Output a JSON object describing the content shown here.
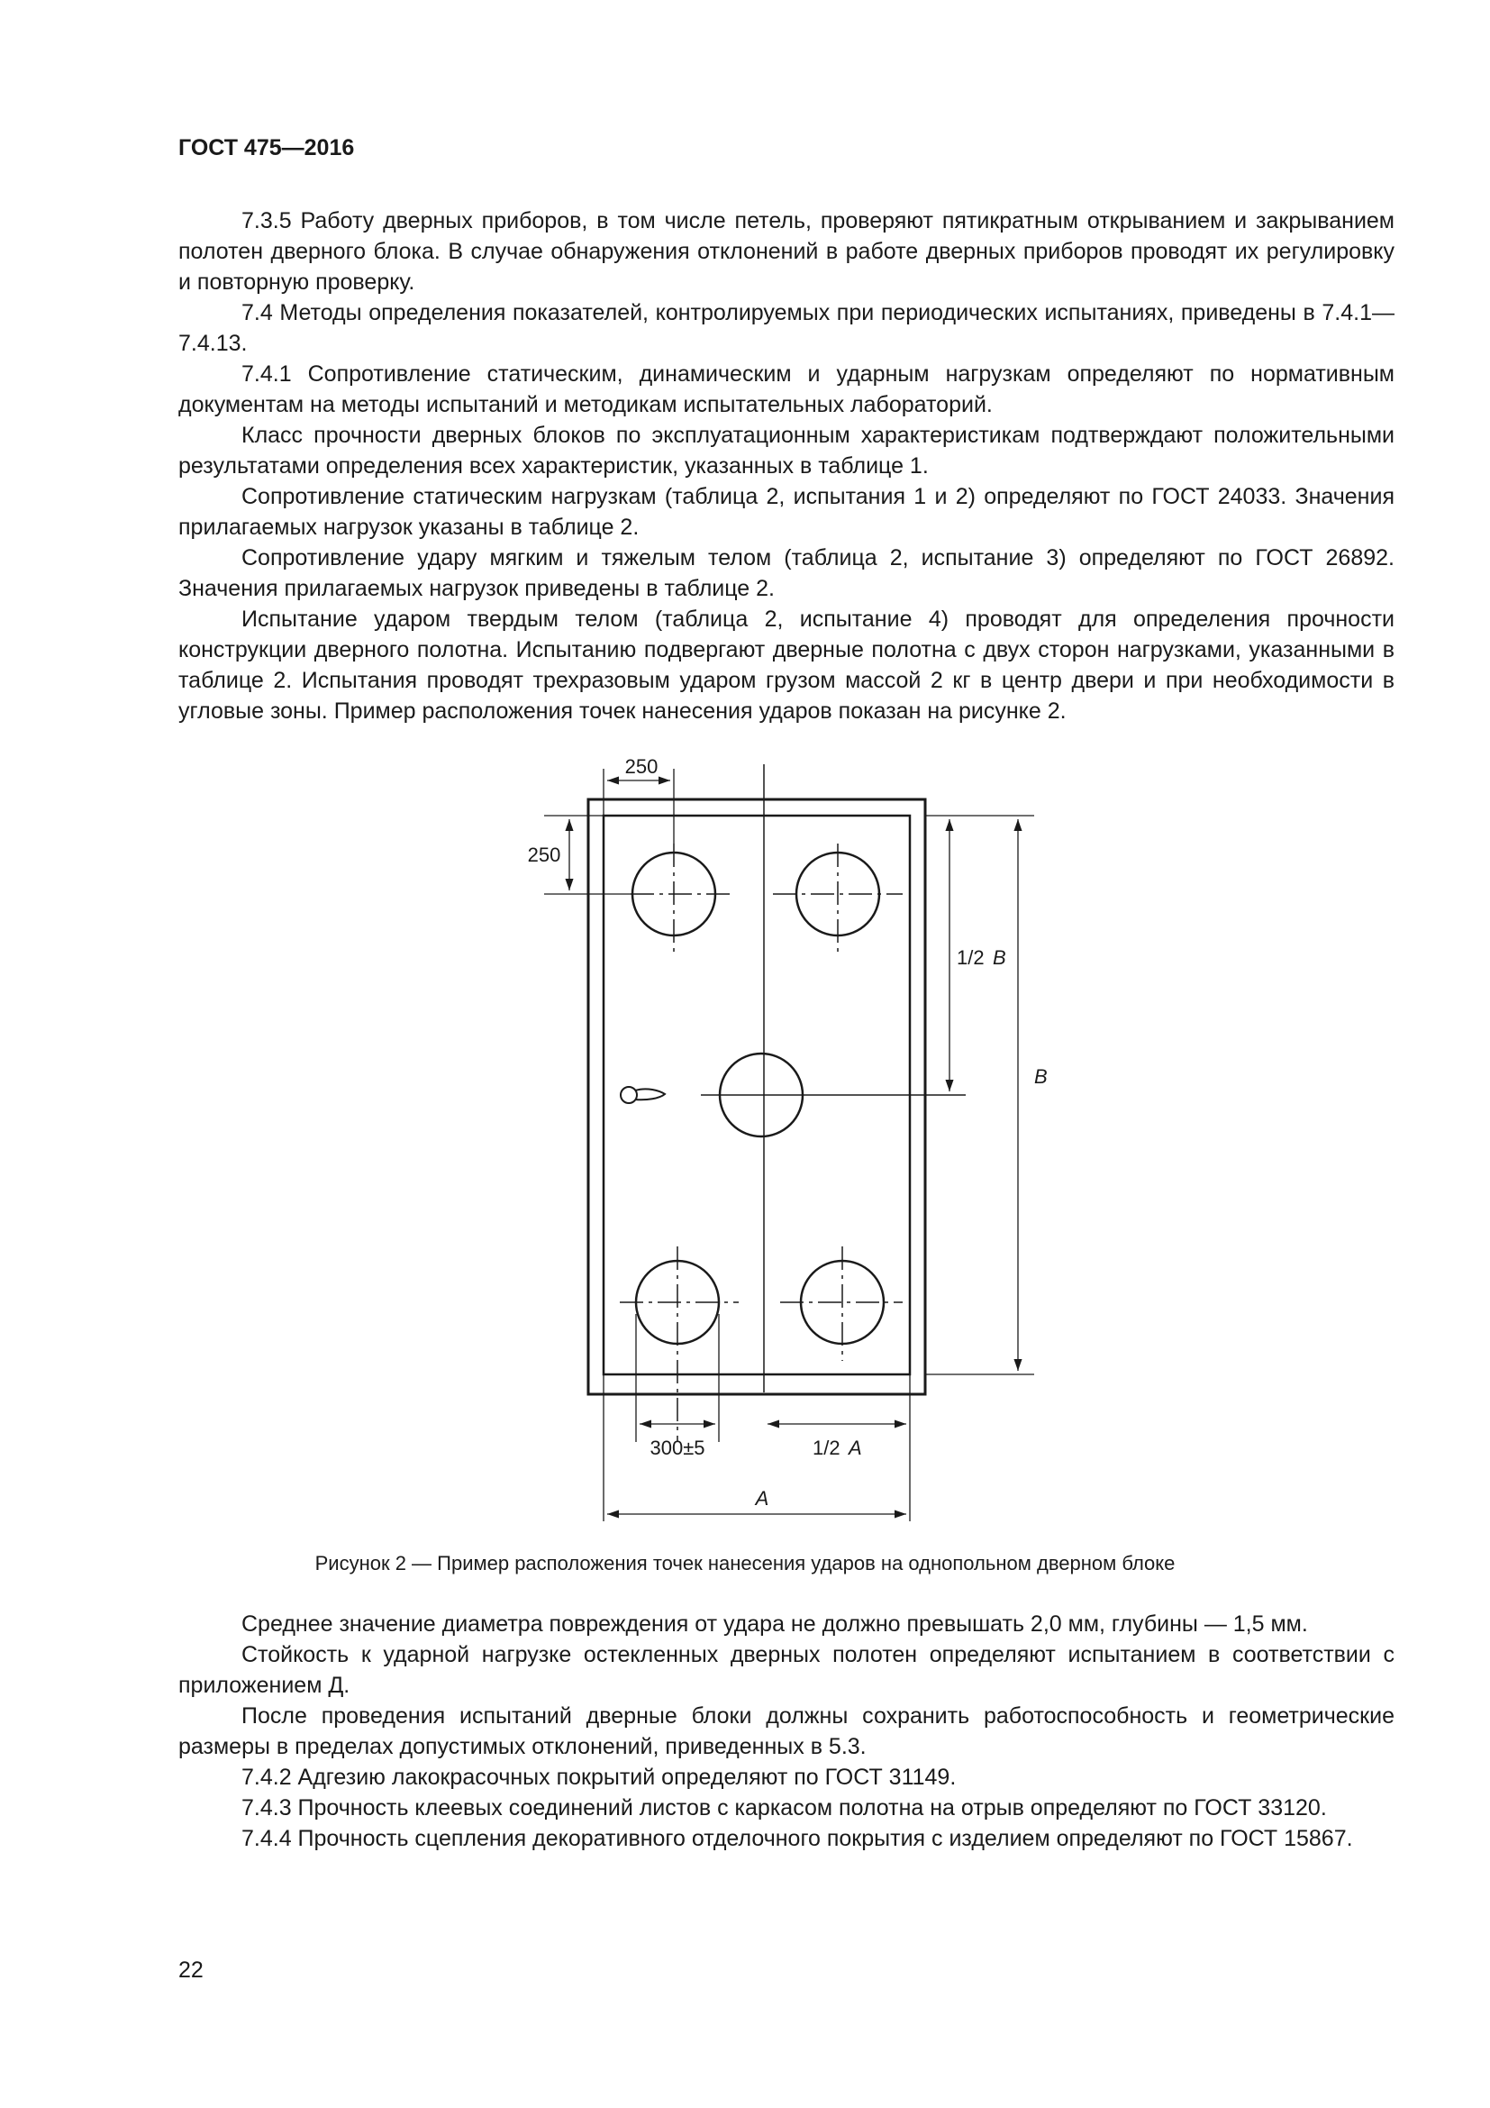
{
  "header": {
    "doc_id": "ГОСТ 475—2016"
  },
  "paragraphs_top": [
    "7.3.5 Работу дверных приборов, в том числе петель, проверяют пятикратным открыванием и закрыванием полотен дверного блока. В случае обнаружения отклонений в работе дверных приборов проводят их регулировку и повторную проверку.",
    "7.4 Методы определения показателей, контролируемых при периодических испытаниях, приведены в 7.4.1—7.4.13.",
    "7.4.1 Сопротивление статическим, динамическим и ударным нагрузкам определяют по нормативным документам на методы испытаний и методикам испытательных лабораторий.",
    "Класс прочности дверных блоков по эксплуатационным характеристикам подтверждают положительными результатами определения всех характеристик, указанных в таблице 1.",
    "Сопротивление статическим нагрузкам (таблица 2, испытания 1 и 2) определяют по ГОСТ 24033. Значения прилагаемых нагрузок указаны в таблице 2.",
    "Сопротивление удару мягким и тяжелым телом (таблица 2, испытание 3) определяют по ГОСТ 26892. Значения прилагаемых нагрузок приведены в таблице 2.",
    "Испытание ударом твердым телом (таблица 2, испытание 4) проводят для определения прочности конструкции дверного полотна. Испытанию подвергают дверные полотна с двух сторон нагрузками, указанными в таблице 2. Испытания проводят трехразовым ударом грузом массой 2 кг в центр двери и при необходимости в угловые зоны. Пример расположения точек нанесения ударов показан на рисунке 2."
  ],
  "figure": {
    "labels": {
      "top_width": "250",
      "top_height": "250",
      "half_b_num": "1/2",
      "half_b_var": "B",
      "b_var": "B",
      "tolerance": "300±5",
      "half_a_num": "1/2",
      "half_a_var": "A",
      "a_var": "A"
    },
    "caption": "Рисунок 2 — Пример расположения точек нанесения ударов на однопольном дверном блоке"
  },
  "paragraphs_bottom": [
    "Среднее значение диаметра повреждения от удара не должно превышать 2,0 мм, глубины — 1,5 мм.",
    "Стойкость к ударной нагрузке остекленных дверных полотен определяют испытанием в соответствии с приложением Д.",
    "После проведения испытаний дверные блоки должны сохранить работоспособность и геометрические размеры в пределах допустимых отклонений, приведенных в 5.3.",
    "7.4.2 Адгезию лакокрасочных покрытий определяют по ГОСТ 31149.",
    "7.4.3 Прочность клеевых соединений листов с каркасом полотна на отрыв определяют по ГОСТ 33120.",
    "7.4.4 Прочность сцепления декоративного отделочного покрытия с изделием определяют по ГОСТ 15867."
  ],
  "footer": {
    "page_number": "22"
  }
}
